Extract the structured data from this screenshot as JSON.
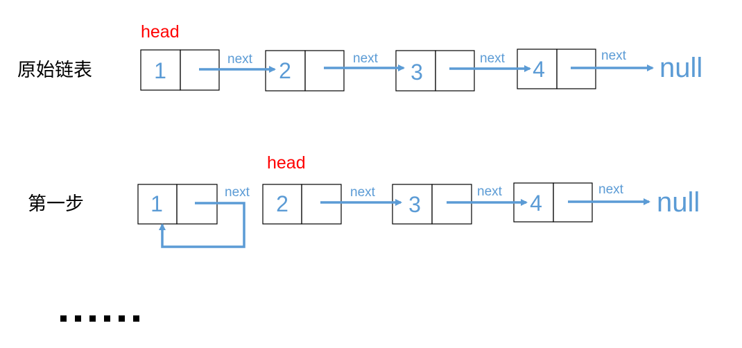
{
  "colors": {
    "accent": "#5b9bd5",
    "head": "#ff0000",
    "box_stroke": "#000000",
    "text": "#000000"
  },
  "rows": [
    {
      "label": "原始链表",
      "head_label": "head",
      "nodes": [
        "1",
        "2",
        "3",
        "4"
      ],
      "next_labels": [
        "next",
        "next",
        "next",
        "next"
      ],
      "null_label": "null"
    },
    {
      "label": "第一步",
      "head_label": "head",
      "nodes": [
        "1",
        "2",
        "3",
        "4"
      ],
      "next_labels": [
        "next",
        "next",
        "next",
        "next"
      ],
      "null_label": "null"
    }
  ],
  "ellipsis": "……"
}
